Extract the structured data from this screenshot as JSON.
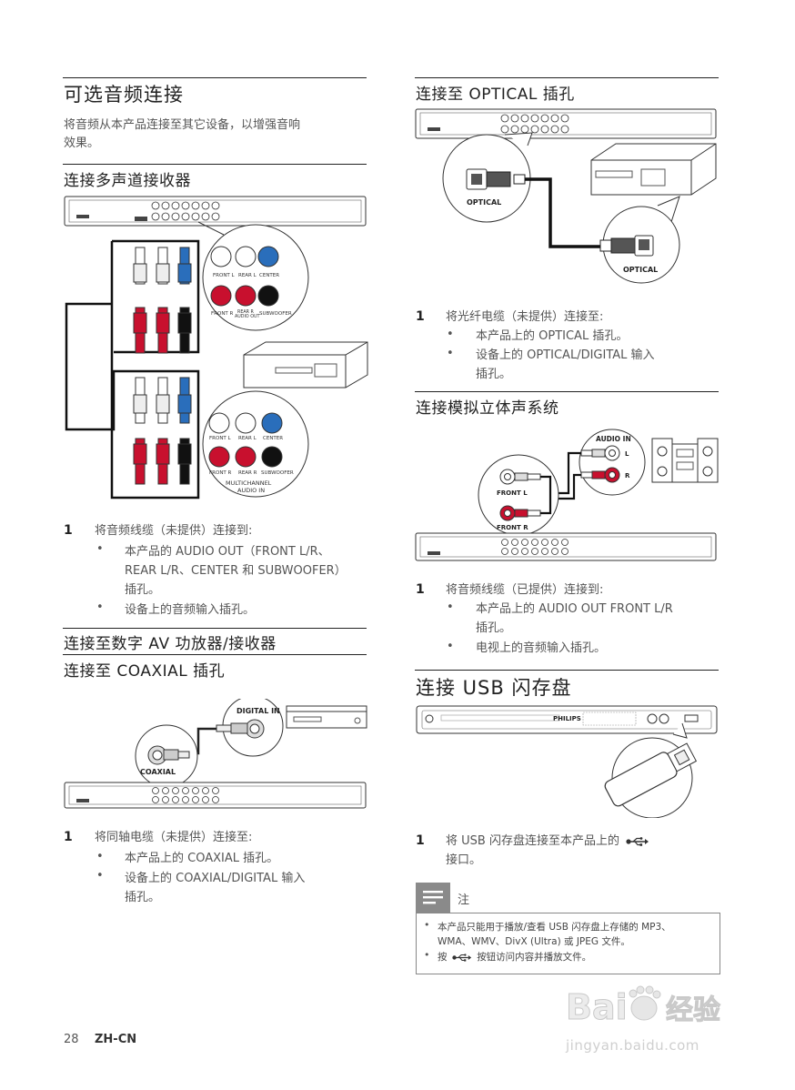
{
  "left": {
    "optional_audio": {
      "title": "可选音频连接",
      "intro_line1": "将音频从本产品连接至其它设备，以增强音响",
      "intro_line2": "效果。"
    },
    "multichannel": {
      "title": "连接多声道接收器",
      "diagram": {
        "top_labels": [
          "FRONT L",
          "REAR L",
          "CENTER"
        ],
        "bottom_labels": [
          "FRONT R",
          "REAR R\nAUDIO OUT",
          "SUBWOOFER"
        ],
        "recv_top_labels": [
          "FRONT L",
          "REAR L",
          "CENTER"
        ],
        "recv_bottom_labels": [
          "FRONT R",
          "REAR R",
          "SUBWOOFER"
        ],
        "recv_caption_1": "MULTICHANNEL",
        "recv_caption_2": "AUDIO IN"
      },
      "step_number": "1",
      "step_text": "将音频线缆（未提供）连接到:",
      "bullet1_line1": "本产品的 AUDIO OUT（FRONT L/R、",
      "bullet1_line2": "REAR L/R、CENTER 和 SUBWOOFER）",
      "bullet1_line3": "插孔。",
      "bullet2": "设备上的音频输入插孔。"
    },
    "digital_av": {
      "title": "连接至数字 AV 功放器/接收器"
    },
    "coaxial": {
      "title": "连接至 COAXIAL 插孔",
      "diagram": {
        "digital_in_label": "DIGITAL IN",
        "coaxial_label": "COAXIAL"
      },
      "step_number": "1",
      "step_text": "将同轴电缆（未提供）连接至:",
      "bullet1": "本产品上的 COAXIAL 插孔。",
      "bullet2_line1": "设备上的 COAXIAL/DIGITAL 输入",
      "bullet2_line2": "插孔。"
    }
  },
  "right": {
    "optical": {
      "title": "连接至 OPTICAL 插孔",
      "diagram": {
        "optical_label_top": "OPTICAL",
        "optical_label_bottom": "OPTICAL"
      },
      "step_number": "1",
      "step_text": "将光纤电缆（未提供）连接至:",
      "bullet1": "本产品上的 OPTICAL 插孔。",
      "bullet2_line1": "设备上的 OPTICAL/DIGITAL 输入",
      "bullet2_line2": "插孔。"
    },
    "analog_stereo": {
      "title": "连接模拟立体声系统",
      "diagram": {
        "audio_in_label": "AUDIO IN",
        "l_label": "L",
        "r_label": "R",
        "front_l_label": "FRONT L",
        "front_r_label": "FRONT R"
      },
      "step_number": "1",
      "step_text": "将音频线缆（已提供）连接到:",
      "bullet1_line1": "本产品上的 AUDIO OUT FRONT L/R",
      "bullet1_line2": "插孔。",
      "bullet2": "电视上的音频输入插孔。"
    },
    "usb": {
      "title": "连接 USB 闪存盘",
      "diagram": {
        "brand": "PHILIPS"
      },
      "step_number": "1",
      "step_text_line1": "将 USB 闪存盘连接至本产品上的",
      "step_text_line2": "接口。",
      "note_title": "注",
      "note_line1": "本产品只能用于播放/查看 USB 闪存盘上存储的 MP3、",
      "note_line2": "WMA、WMV、DivX (Ultra) 或 JPEG 文件。",
      "note_line3_a": "按",
      "note_line3_b": "按钮访问内容并播放文件。"
    }
  },
  "footer": {
    "page_number": "28",
    "lang_code": "ZH-CN"
  },
  "watermark": {
    "logo_text": "Bai度 经验",
    "url": "jingyan.baidu.com"
  },
  "colors": {
    "rule": "#222222",
    "plug_red": "#c8102e",
    "plug_blue": "#2a6ebb",
    "plug_black": "#111111",
    "note_icon": "#8a8a8a"
  }
}
